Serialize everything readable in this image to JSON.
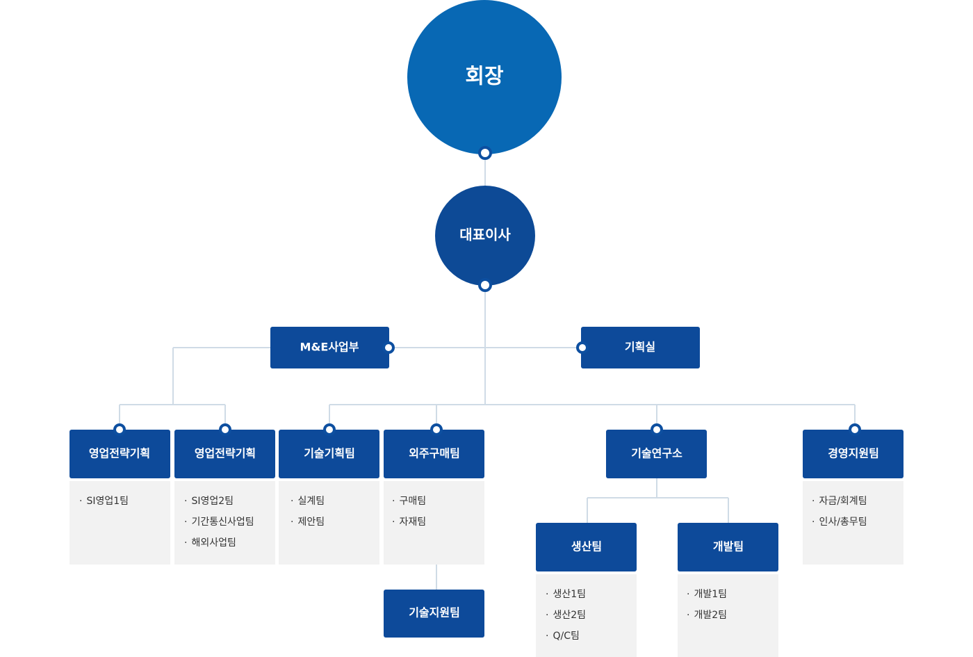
{
  "chairman": "회장",
  "ceo": "대표이사",
  "me_division": "M&E사업부",
  "planning_office": "기획실",
  "departments": {
    "sales_strategy_1": {
      "label": "영업전략기획",
      "items": [
        "SI영업1팀"
      ]
    },
    "sales_strategy_2": {
      "label": "영업전략기획",
      "items": [
        "SI영업2팀",
        "기간통신사업팀",
        "해외사업팀"
      ]
    },
    "tech_planning": {
      "label": "기술기획팀",
      "items": [
        "실계팀",
        "제안팀"
      ]
    },
    "outsourcing": {
      "label": "외주구매팀",
      "items": [
        "구매팀",
        "자재팀"
      ]
    },
    "tech_support": {
      "label": "기술지원팀"
    },
    "rnd": {
      "label": "기술연구소"
    },
    "production": {
      "label": "생산팀",
      "items": [
        "생산1팀",
        "생산2팀",
        "Q/C팀"
      ]
    },
    "development": {
      "label": "개발팀",
      "items": [
        "개발1팀",
        "개발2팀"
      ]
    },
    "management": {
      "label": "경영지원팀",
      "items": [
        "자금/회계팀",
        "인사/총무팀"
      ]
    }
  },
  "bullet": "·"
}
